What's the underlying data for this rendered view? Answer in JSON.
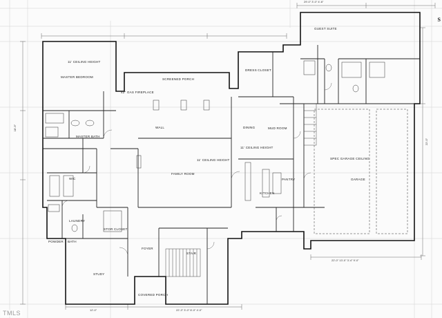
{
  "rooms": {
    "master_bedroom": "MASTER BEDROOM",
    "screened_porch": "SCREENED PORCH",
    "dining": "DINING",
    "mud_room": "MUD ROOM",
    "guest_suite": "GUEST SUITE",
    "family_room": "FAMILY ROOM",
    "kitchen": "KITCHEN",
    "garage": "GARAGE",
    "master_bath": "MASTER BATH",
    "wic": "WIC",
    "laundry": "LAUNDRY",
    "foyer": "FOYER",
    "study": "STUDY",
    "pantry": "PANTRY",
    "covered_porch": "COVERED PORCH",
    "bath": "BATH",
    "powder": "POWDER",
    "stor_closet": "STOR CLOSET",
    "dressing_closet": "DRESS CLOSET"
  },
  "notes": {
    "ceiling_height_master": "11' CEILING HEIGHT",
    "ceiling_height_family": "11' CEILING HEIGHT",
    "ceiling_height_dining": "11' CEILING HEIGHT",
    "gas_fireplace": "42\" GAS FIREPLACE",
    "garage_note": "SPEC GARAGE CEILING",
    "stair": "STAIR",
    "wall_note": "WALL"
  },
  "dimensions": {
    "top_total": "29'-0\" 3'-0\" 4'-6\"",
    "bottom_left": "12'-0\"",
    "bottom_mid": "22'-3\" 3'-0\" 8'-0\" 4'-0\"",
    "bottom_right": "22'-0\" 13'-0\" 3'-4\" 9'-0\"",
    "left_side": "18'-9\"",
    "right_side": "22'-0\""
  },
  "corner_mark": "S",
  "watermark": "TMLS"
}
